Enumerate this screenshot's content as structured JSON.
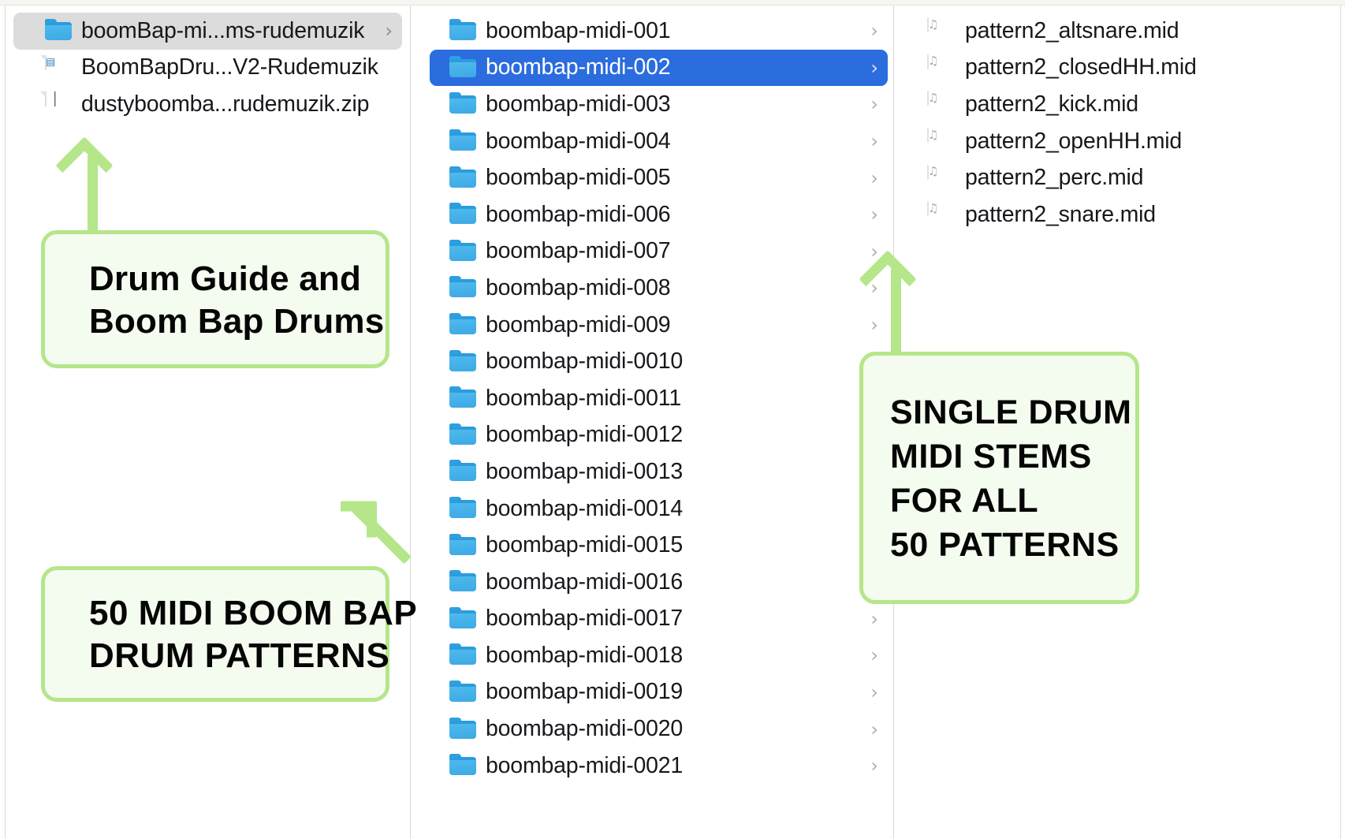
{
  "window": {
    "view": "column-view",
    "accent_selected_color": "#2b6cde",
    "inactive_selected_color": "#dcdcdc",
    "annotation_border_color": "#b5e68a",
    "annotation_fill_color": "#f4fbef"
  },
  "columns": [
    {
      "name": "column-1",
      "items": [
        {
          "label": "boomBap-mi...ms-rudemuzik",
          "icon": "folder-icon",
          "type": "folder",
          "selected": true,
          "selection_state": "inactive",
          "chevron": "›"
        },
        {
          "label": "BoomBapDru...V2-Rudemuzik",
          "icon": "document-icon",
          "type": "document",
          "selected": false,
          "selection_state": "none",
          "chevron": ""
        },
        {
          "label": "dustyboomba...rudemuzik.zip",
          "icon": "archive-icon",
          "type": "archive",
          "selected": false,
          "selection_state": "none",
          "chevron": ""
        }
      ]
    },
    {
      "name": "column-2",
      "items": [
        {
          "label": "boombap-midi-001",
          "icon": "folder-icon",
          "type": "folder",
          "selected": false,
          "chevron": "›"
        },
        {
          "label": "boombap-midi-002",
          "icon": "folder-icon",
          "type": "folder",
          "selected": true,
          "chevron": "›"
        },
        {
          "label": "boombap-midi-003",
          "icon": "folder-icon",
          "type": "folder",
          "selected": false,
          "chevron": "›"
        },
        {
          "label": "boombap-midi-004",
          "icon": "folder-icon",
          "type": "folder",
          "selected": false,
          "chevron": "›"
        },
        {
          "label": "boombap-midi-005",
          "icon": "folder-icon",
          "type": "folder",
          "selected": false,
          "chevron": "›"
        },
        {
          "label": "boombap-midi-006",
          "icon": "folder-icon",
          "type": "folder",
          "selected": false,
          "chevron": "›"
        },
        {
          "label": "boombap-midi-007",
          "icon": "folder-icon",
          "type": "folder",
          "selected": false,
          "chevron": "›"
        },
        {
          "label": "boombap-midi-008",
          "icon": "folder-icon",
          "type": "folder",
          "selected": false,
          "chevron": "›"
        },
        {
          "label": "boombap-midi-009",
          "icon": "folder-icon",
          "type": "folder",
          "selected": false,
          "chevron": "›"
        },
        {
          "label": "boombap-midi-0010",
          "icon": "folder-icon",
          "type": "folder",
          "selected": false,
          "chevron": "›"
        },
        {
          "label": "boombap-midi-0011",
          "icon": "folder-icon",
          "type": "folder",
          "selected": false,
          "chevron": "›"
        },
        {
          "label": "boombap-midi-0012",
          "icon": "folder-icon",
          "type": "folder",
          "selected": false,
          "chevron": "›"
        },
        {
          "label": "boombap-midi-0013",
          "icon": "folder-icon",
          "type": "folder",
          "selected": false,
          "chevron": "›"
        },
        {
          "label": "boombap-midi-0014",
          "icon": "folder-icon",
          "type": "folder",
          "selected": false,
          "chevron": "›"
        },
        {
          "label": "boombap-midi-0015",
          "icon": "folder-icon",
          "type": "folder",
          "selected": false,
          "chevron": "›"
        },
        {
          "label": "boombap-midi-0016",
          "icon": "folder-icon",
          "type": "folder",
          "selected": false,
          "chevron": "›"
        },
        {
          "label": "boombap-midi-0017",
          "icon": "folder-icon",
          "type": "folder",
          "selected": false,
          "chevron": "›"
        },
        {
          "label": "boombap-midi-0018",
          "icon": "folder-icon",
          "type": "folder",
          "selected": false,
          "chevron": "›"
        },
        {
          "label": "boombap-midi-0019",
          "icon": "folder-icon",
          "type": "folder",
          "selected": false,
          "chevron": "›"
        },
        {
          "label": "boombap-midi-0020",
          "icon": "folder-icon",
          "type": "folder",
          "selected": false,
          "chevron": "›"
        },
        {
          "label": "boombap-midi-0021",
          "icon": "folder-icon",
          "type": "folder",
          "selected": false,
          "chevron": "›"
        }
      ]
    },
    {
      "name": "column-3",
      "items": [
        {
          "label": "pattern2_altsnare.mid",
          "icon": "midi-file-icon",
          "type": "midi",
          "selected": false,
          "chevron": ""
        },
        {
          "label": "pattern2_closedHH.mid",
          "icon": "midi-file-icon",
          "type": "midi",
          "selected": false,
          "chevron": ""
        },
        {
          "label": "pattern2_kick.mid",
          "icon": "midi-file-icon",
          "type": "midi",
          "selected": false,
          "chevron": ""
        },
        {
          "label": "pattern2_openHH.mid",
          "icon": "midi-file-icon",
          "type": "midi",
          "selected": false,
          "chevron": ""
        },
        {
          "label": "pattern2_perc.mid",
          "icon": "midi-file-icon",
          "type": "midi",
          "selected": false,
          "chevron": ""
        },
        {
          "label": "pattern2_snare.mid",
          "icon": "midi-file-icon",
          "type": "midi",
          "selected": false,
          "chevron": ""
        }
      ]
    }
  ],
  "annotations": [
    {
      "name": "callout-drum-guide",
      "lines": [
        "Drum Guide and",
        "Boom Bap Drums"
      ],
      "arrow": "up-arrow-icon"
    },
    {
      "name": "callout-midi-patterns",
      "lines": [
        "50 MIDI BOOM BAP",
        "DRUM PATTERNS"
      ],
      "arrow": "diagonal-up-right-arrow-icon"
    },
    {
      "name": "callout-midi-stems",
      "lines": [
        "SINGLE DRUM",
        "MIDI STEMS",
        "FOR ALL",
        "50 PATTERNS"
      ],
      "arrow": "up-arrow-icon"
    }
  ]
}
